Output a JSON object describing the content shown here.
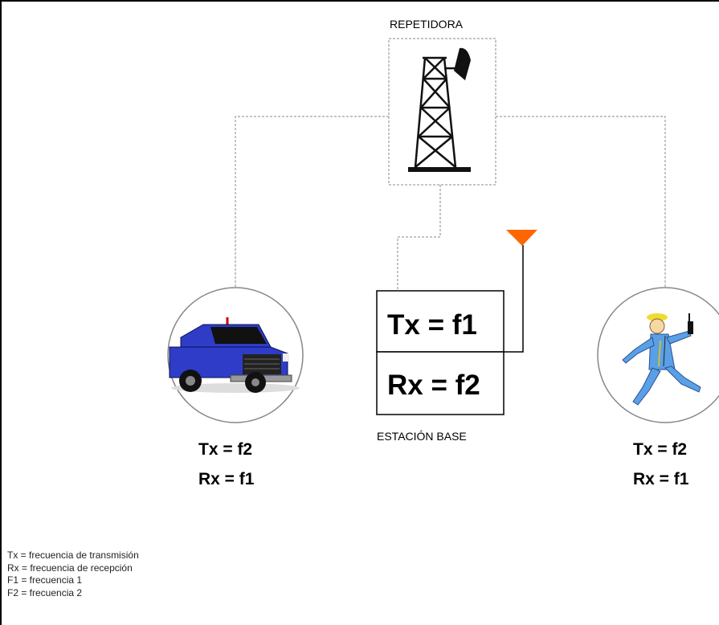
{
  "repeater": {
    "label": "REPETIDORA",
    "icon": "radio-tower-icon"
  },
  "base_station": {
    "label": "ESTACIÓN BASE",
    "tx": "Tx = f1",
    "rx": "Rx = f2",
    "antenna_color": "#ff6600"
  },
  "truck": {
    "icon": "pickup-truck-icon",
    "tx": "Tx = f2",
    "rx": "Rx = f1",
    "body_color": "#2e3cc8"
  },
  "person": {
    "icon": "walking-man-with-radio-icon",
    "tx": "Tx = f2",
    "rx": "Rx = f1",
    "body_color": "#5aa0e6"
  },
  "legend": [
    "Tx = frecuencia de transmisión",
    "Rx = frecuencia de recepción",
    "F1 = frecuencia 1",
    "F2 = frecuencia 2"
  ]
}
